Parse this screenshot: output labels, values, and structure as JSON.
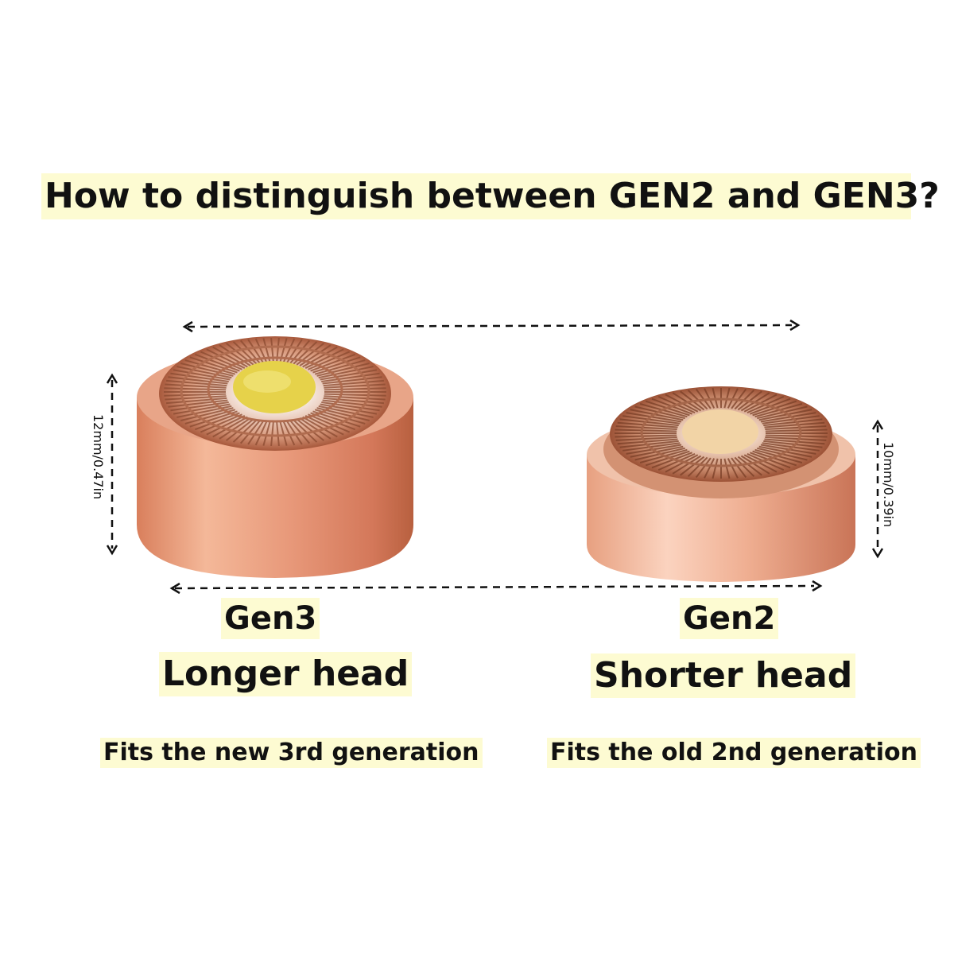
{
  "title": "How to distinguish between GEN2 and GEN3?",
  "gen3": {
    "label": "Gen3",
    "description": "Longer head",
    "fit": "Fits the new 3rd generation",
    "dimension": "12mm/0.47in"
  },
  "gen2": {
    "label": "Gen2",
    "description": "Shorter head",
    "fit": "Fits the old 2nd generation",
    "dimension": "10mm/0.39in"
  },
  "colors": {
    "highlight": "#fdfbd2",
    "rose_gold": "#e9a080",
    "center_gen3": "#e6d24a",
    "center_gen2": "#f2d4a6"
  }
}
